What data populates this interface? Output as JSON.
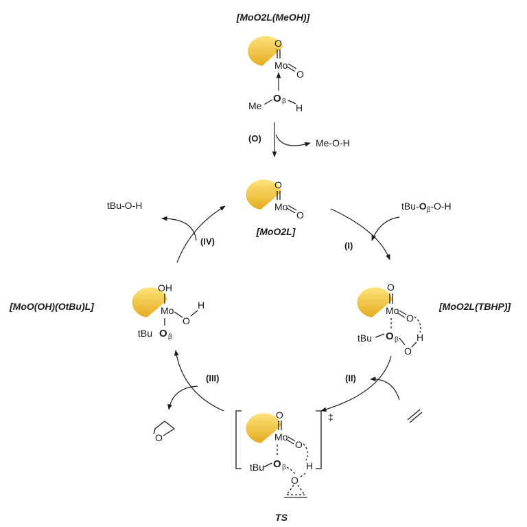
{
  "species": {
    "meoh_complex": "[MoO2L(MeOH)]",
    "dioxo": "[MoO2L]",
    "tbhp_complex": "[MoO2L(TBHP)]",
    "alkoxo": "[MoO(OH)(OtBu)L]",
    "ts": "TS",
    "ts_mark": "‡"
  },
  "steps": {
    "o": "(O)",
    "i": "(I)",
    "ii": "(II)",
    "iii": "(III)",
    "iv": "(IV)"
  },
  "molecules": {
    "methanol": "Me-O-H",
    "tbuoh": "tBu-O-H",
    "tbhp_prefix": "tBu-",
    "tbhp_o": "O",
    "tbhp_beta": "β",
    "tbhp_suffix": "-O-H"
  },
  "atoms": {
    "mo": "Mo",
    "o": "O",
    "h": "H",
    "oh": "OH",
    "me": "Me",
    "tbu": "tBu",
    "beta": "β"
  },
  "colors": {
    "ligand_light": "#f8d55e",
    "ligand_dark": "#dba91f",
    "ink": "#1a1a1a"
  }
}
